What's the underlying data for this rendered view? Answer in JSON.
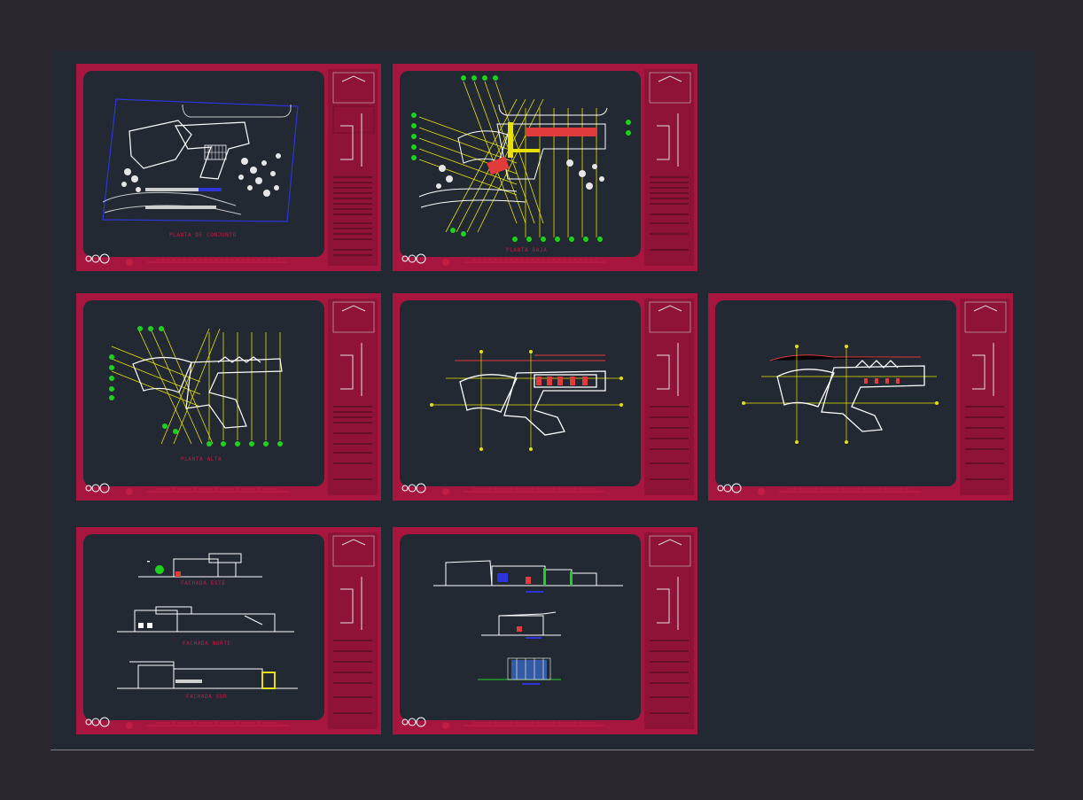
{
  "viewer": {
    "layout": "cad-model-space",
    "background": "#2c272e",
    "canvas_color": "#222933",
    "frame_color": "#a6163f"
  },
  "sheets": [
    {
      "id": "conjunto",
      "title": "PLANTA DE CONJUNTO"
    },
    {
      "id": "baja",
      "title": "PLANTA BAJA"
    },
    {
      "id": "alta",
      "title": "PLANTA ALTA"
    },
    {
      "id": "planta-4",
      "title": ""
    },
    {
      "id": "planta-5",
      "title": ""
    },
    {
      "id": "fachadas",
      "captions": [
        "FACHADA ESTE",
        "FACHADA NORTE",
        "FACHADA SUR"
      ]
    },
    {
      "id": "cortes",
      "captions": [
        "",
        "",
        ""
      ]
    }
  ]
}
